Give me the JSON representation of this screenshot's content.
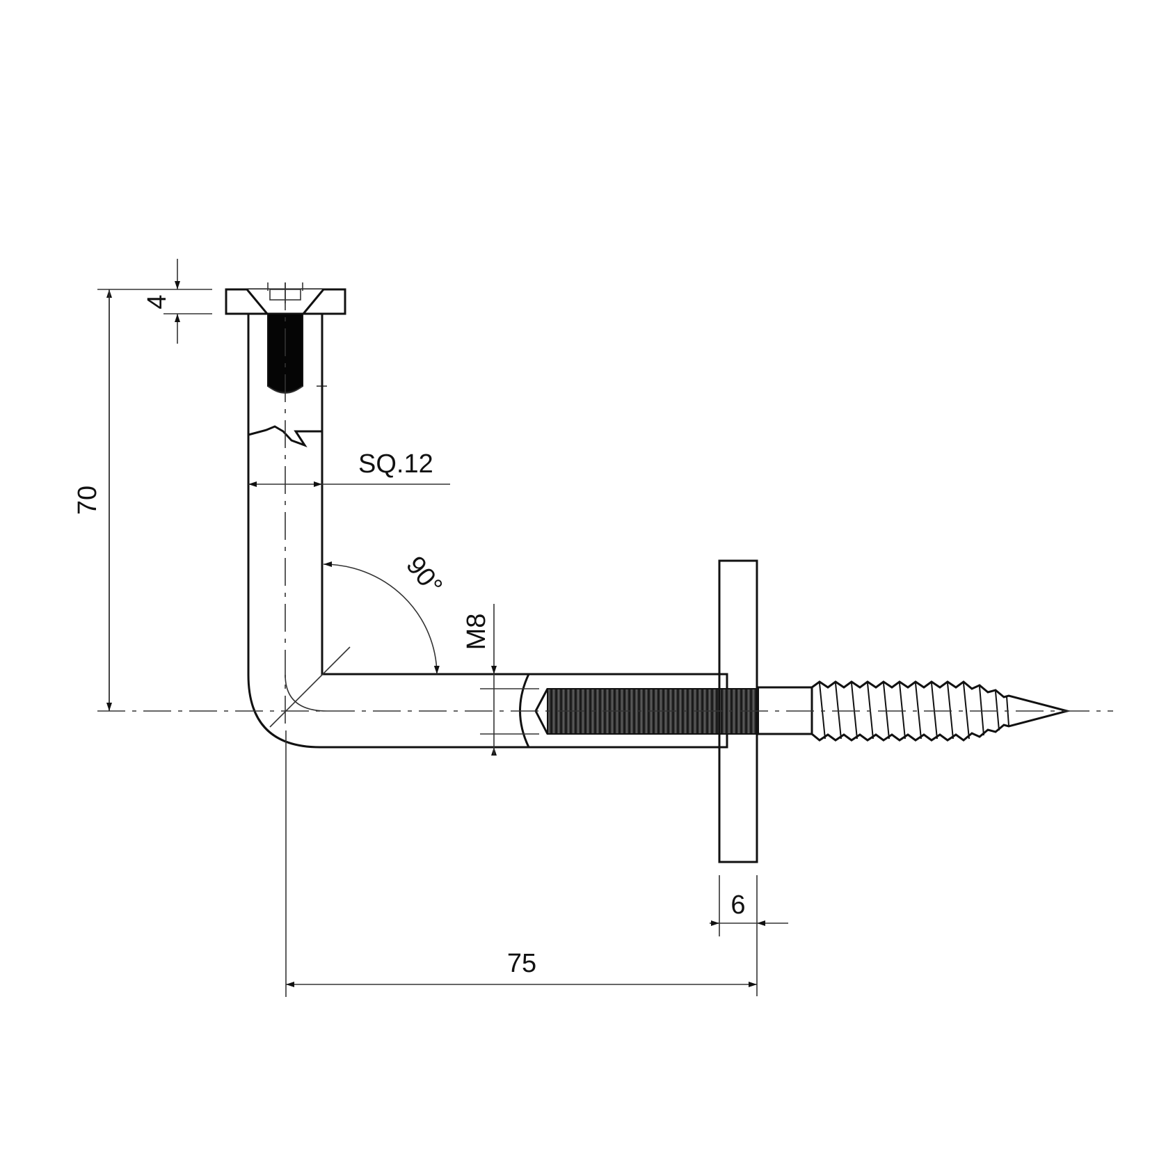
{
  "drawing": {
    "title": "L-shaped square bracket with hanger bolt — technical drawing",
    "colors": {
      "line": "#111111",
      "thread_fill": "#1a1a1a",
      "thread_fill_light": "#444444",
      "background": "#ffffff"
    },
    "dimensions": {
      "head_thickness": {
        "label": "4",
        "unit": "mm",
        "orientation": "vertical"
      },
      "overall_height": {
        "label": "70",
        "unit": "mm",
        "orientation": "vertical"
      },
      "section_size": {
        "label": "SQ.12",
        "unit": "mm",
        "orientation": "horizontal"
      },
      "bend_angle": {
        "label": "90°",
        "unit": "deg"
      },
      "thread_size": {
        "label": "M8",
        "orientation": "vertical"
      },
      "plate_thickness": {
        "label": "6",
        "unit": "mm",
        "orientation": "horizontal"
      },
      "overall_length": {
        "label": "75",
        "unit": "mm",
        "orientation": "horizontal"
      }
    },
    "components": [
      {
        "name": "flat-head-cap",
        "type": "section-hatched"
      },
      {
        "name": "internal-thread-top",
        "type": "filled"
      },
      {
        "name": "square-bar-vertical-leg"
      },
      {
        "name": "square-bar-horizontal-leg"
      },
      {
        "name": "threaded-insert-section",
        "type": "section-hatched"
      },
      {
        "name": "mounting-plate",
        "type": "section-hatched"
      },
      {
        "name": "hanger-bolt-wood-screw"
      }
    ]
  }
}
